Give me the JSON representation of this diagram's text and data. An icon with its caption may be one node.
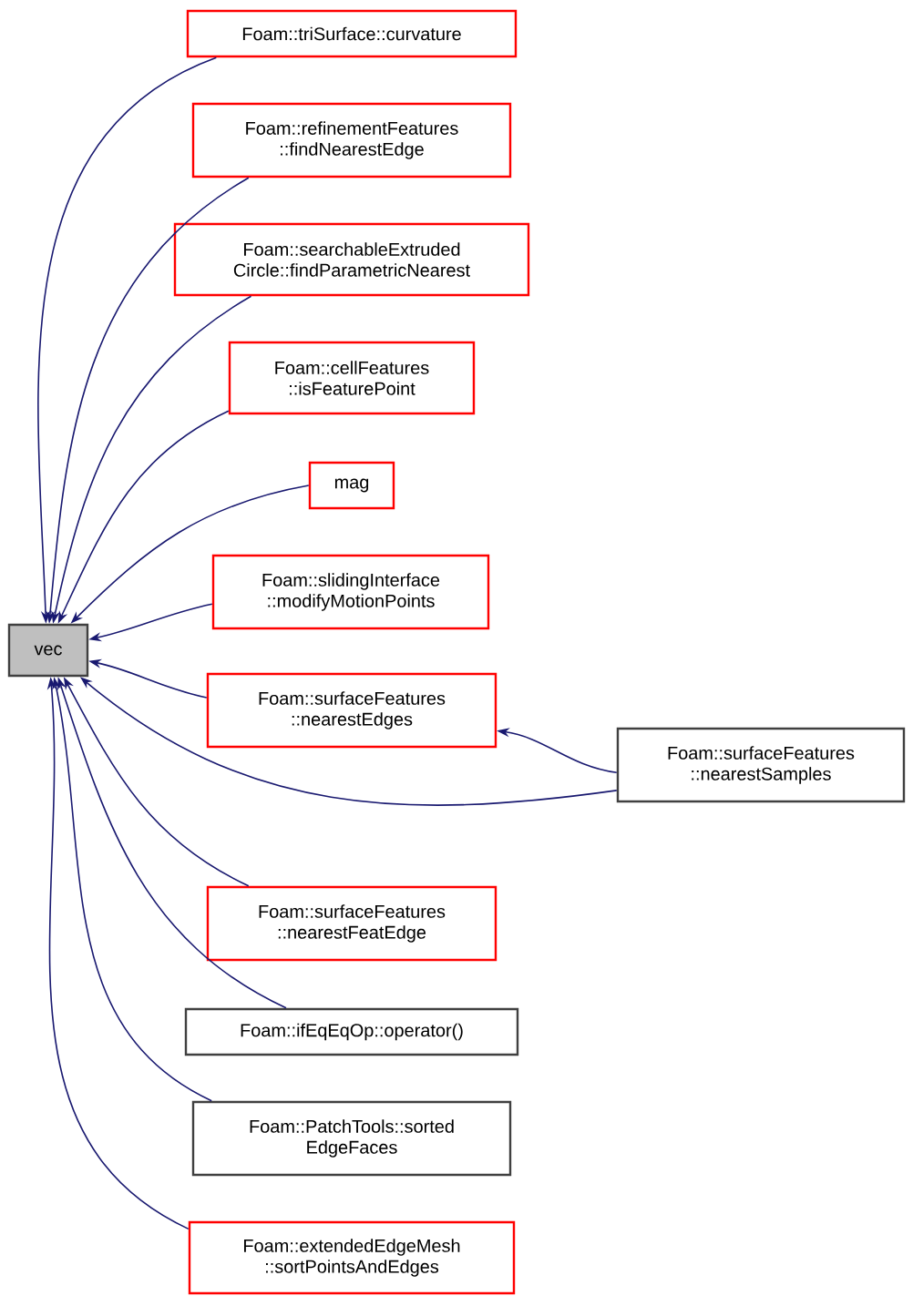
{
  "diagram": {
    "nodes": [
      {
        "text": [
          "vec"
        ]
      },
      {
        "text": [
          "Foam::triSurface::curvature"
        ]
      },
      {
        "text": [
          "Foam::refinementFeatures ::findNearestEdge"
        ]
      },
      {
        "text": [
          "Foam::searchableExtruded Circle::findParametricNearest"
        ]
      },
      {
        "text": [
          "Foam::cellFeatures ::isFeaturePoint"
        ]
      },
      {
        "text": [
          "mag"
        ]
      },
      {
        "text": [
          "Foam::slidingInterface ::modifyMotionPoints"
        ]
      },
      {
        "text": [
          "Foam::surfaceFeatures ::nearestEdges"
        ]
      },
      {
        "text": [
          "Foam::surfaceFeatures ::nearestSamples"
        ]
      },
      {
        "text": [
          "Foam::surfaceFeatures ::nearestFeatEdge"
        ]
      },
      {
        "text": [
          "Foam::ifEqEqOp::operator()"
        ]
      },
      {
        "text": [
          "Foam::PatchTools::sorted EdgeFaces"
        ]
      },
      {
        "text": [
          "Foam::extendedEdgeMesh ::sortPointsAndEdges"
        ]
      }
    ],
    "edges": [
      {
        "from": 1,
        "to": 0,
        "arrow": "to"
      },
      {
        "from": 2,
        "to": 0,
        "arrow": "to"
      },
      {
        "from": 3,
        "to": 0,
        "arrow": "to"
      },
      {
        "from": 4,
        "to": 0,
        "arrow": "to"
      },
      {
        "from": 5,
        "to": 0,
        "arrow": "to"
      },
      {
        "from": 6,
        "to": 0,
        "arrow": "to"
      },
      {
        "from": 7,
        "to": 0,
        "arrow": "to"
      },
      {
        "from": 8,
        "to": 7,
        "arrow": "to"
      },
      {
        "from": 8,
        "to": 0,
        "arrow": "to"
      },
      {
        "from": 9,
        "to": 0,
        "arrow": "to"
      },
      {
        "from": 10,
        "to": 0,
        "arrow": "to"
      },
      {
        "from": 11,
        "to": 0,
        "arrow": "to"
      },
      {
        "from": 12,
        "to": 0,
        "arrow": "to"
      }
    ]
  }
}
